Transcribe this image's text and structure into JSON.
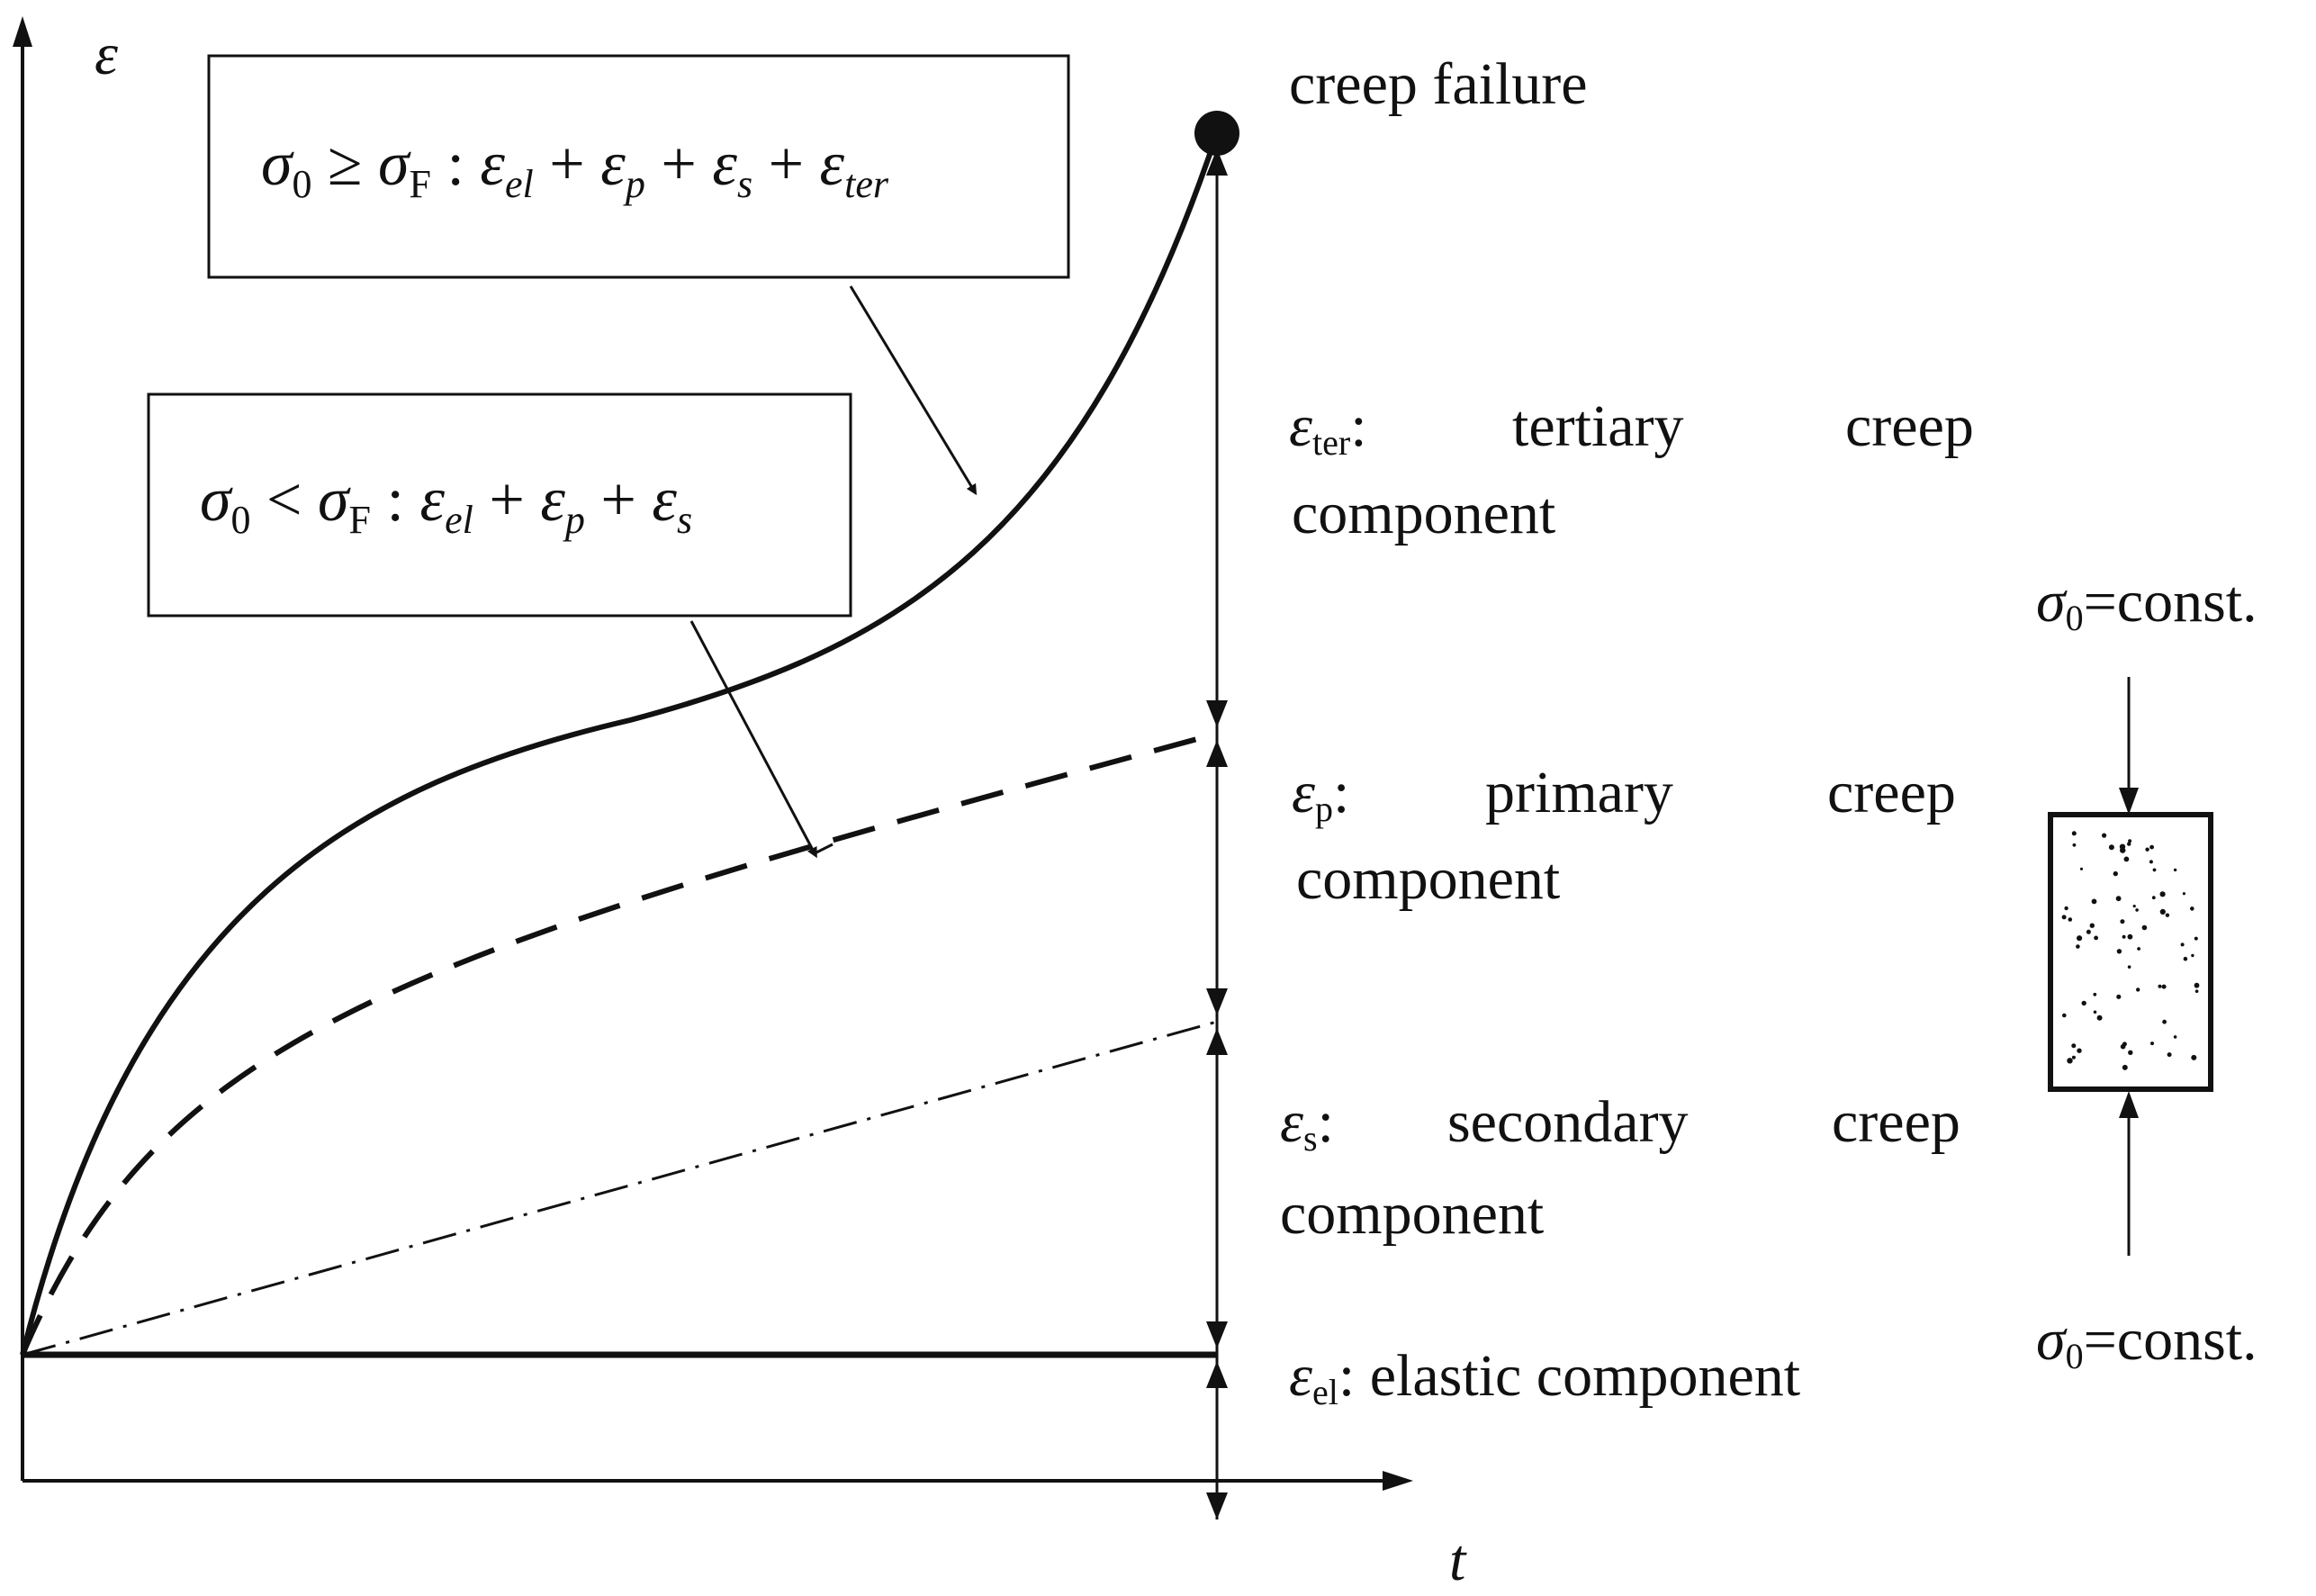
{
  "axes": {
    "y_label": "ε",
    "x_label": "t"
  },
  "formulas": {
    "upper": {
      "sigma": "σ",
      "sigma_sub": "0",
      "relation": " ≥ ",
      "sigma_f_sub": "F",
      "colon": " : ",
      "terms": [
        {
          "sym": "ε",
          "sub": "el"
        },
        {
          "sym": "ε",
          "sub": "p"
        },
        {
          "sym": "ε",
          "sub": "s"
        },
        {
          "sym": "ε",
          "sub": "ter"
        }
      ]
    },
    "lower": {
      "sigma": "σ",
      "sigma_sub": "0",
      "relation": " < ",
      "sigma_f_sub": "F",
      "colon": " : ",
      "terms": [
        {
          "sym": "ε",
          "sub": "el"
        },
        {
          "sym": "ε",
          "sub": "p"
        },
        {
          "sym": "ε",
          "sub": "s"
        }
      ]
    },
    "plus": " + "
  },
  "labels": {
    "creep_failure": "creep failure",
    "tertiary": {
      "sym": "ε",
      "sub": "ter",
      "colon": ":",
      "w1": "tertiary",
      "w2": "creep",
      "line2": "component"
    },
    "primary": {
      "sym": "ε",
      "sub": "p",
      "colon": ":",
      "w1": "primary",
      "w2": "creep",
      "line2": "component"
    },
    "secondary": {
      "sym": "ε",
      "sub": "s",
      "colon": ":",
      "w1": "secondary",
      "w2": "creep",
      "line2": "component"
    },
    "elastic": {
      "sym": "ε",
      "sub": "el",
      "colon": ":",
      "text": " elastic component"
    }
  },
  "specimen": {
    "top_load": {
      "sym": "σ",
      "sub": "0",
      "text": "=const."
    },
    "bottom_load": {
      "sym": "σ",
      "sub": "0",
      "text": "=const."
    }
  }
}
